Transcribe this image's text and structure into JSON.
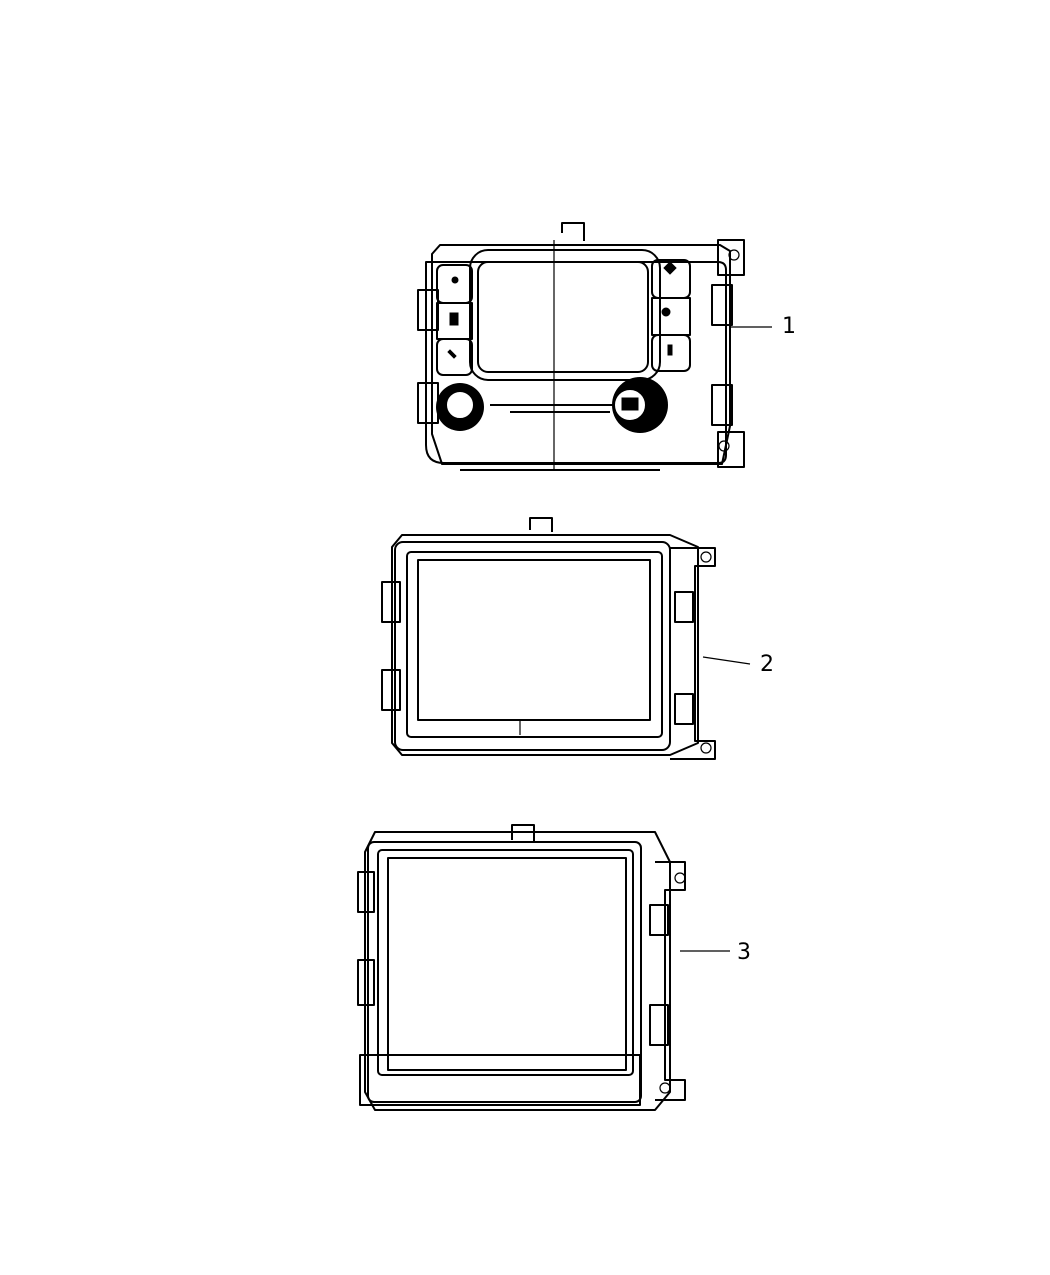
{
  "diagram": {
    "callouts": [
      {
        "number": "1",
        "part": "radio-unit-with-knobs"
      },
      {
        "number": "2",
        "part": "display-unit-medium"
      },
      {
        "number": "3",
        "part": "display-unit-large"
      }
    ],
    "line_color": "#000000",
    "background": "#ffffff"
  }
}
